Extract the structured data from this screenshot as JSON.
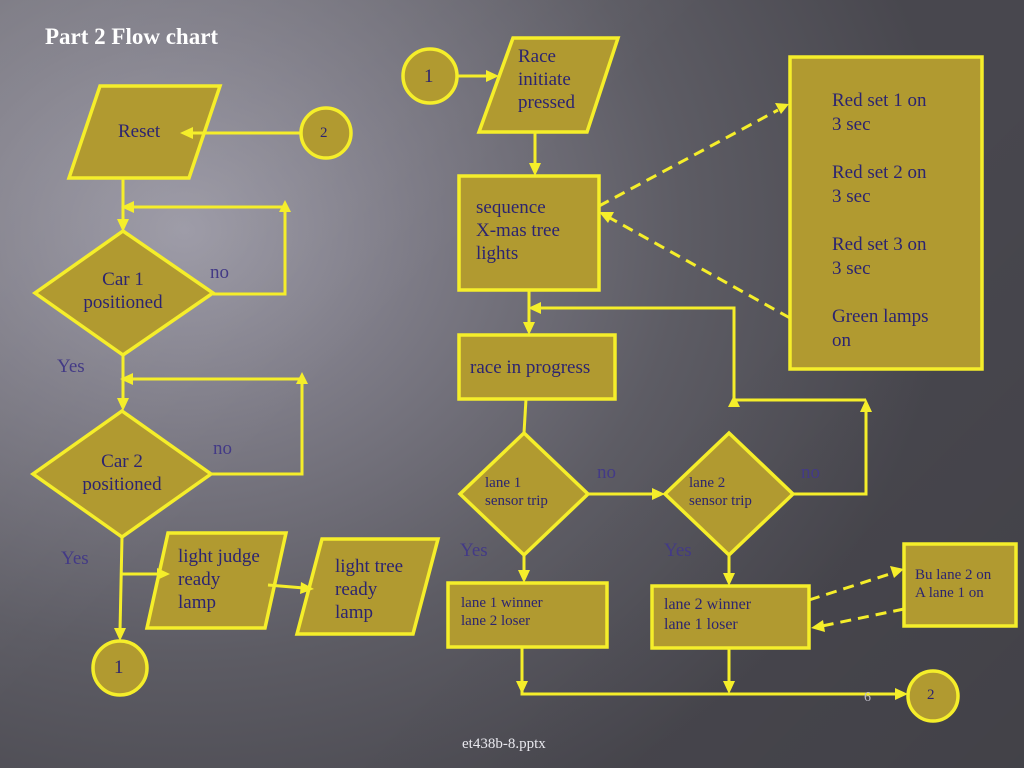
{
  "title": "Part 2 Flow chart",
  "footer": "et438b-8.pptx",
  "page_number": "6",
  "left_flow": {
    "connector_in": "2",
    "reset": "Reset",
    "car1": [
      "Car 1",
      "positioned"
    ],
    "car1_no": "no",
    "car1_yes": "Yes",
    "car2": [
      "Car 2",
      "positioned"
    ],
    "car2_no": "no",
    "car2_yes": "Yes",
    "judge_lamp": [
      "light judge",
      "ready",
      "lamp"
    ],
    "tree_lamp": [
      "light tree",
      "ready",
      "lamp"
    ],
    "connector_out": "1"
  },
  "right_flow": {
    "connector_in": "1",
    "race_initiate": [
      "Race",
      "initiate",
      "pressed"
    ],
    "sequence": [
      "sequence",
      "X-mas tree",
      "lights"
    ],
    "sequence_box": [
      "Red set 1 on",
      "3 sec",
      "",
      "Red set 2 on",
      "3 sec",
      "",
      "Red set 3 on",
      "3 sec",
      "",
      "Green lamps",
      "on"
    ],
    "race_progress": "race in progress",
    "lane1_sensor": [
      "lane 1",
      "sensor trip"
    ],
    "lane1_no": "no",
    "lane1_yes": "Yes",
    "lane2_sensor": [
      "lane 2",
      "sensor trip"
    ],
    "lane2_no": "no",
    "lane2_yes": "Yes",
    "lane1_result": [
      "lane 1 winner",
      "lane 2 loser"
    ],
    "lane2_result": [
      "lane 2 winner",
      "lane 1 loser"
    ],
    "lane_lamps": [
      "Bu lane 2 on",
      "A lane 1 on"
    ],
    "connector_out": "2"
  }
}
